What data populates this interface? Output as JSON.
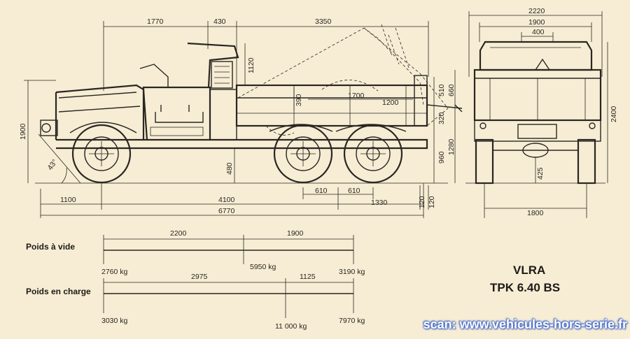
{
  "dimensions": {
    "top": [
      "1770",
      "430",
      "3350"
    ],
    "cab_height": "1120",
    "bed": [
      "390",
      "1700",
      "1200"
    ],
    "rear_right": [
      "510",
      "660",
      "320",
      "1280",
      "960"
    ],
    "overall_height": "1900",
    "ground_clearance": "480",
    "approach_angle": "43°",
    "axle_spacing": [
      "610",
      "610"
    ],
    "bottom_row1": [
      "1100",
      "4100",
      "1330"
    ],
    "overall_length": "6770",
    "small_right": [
      "120",
      "120"
    ],
    "rear_view": {
      "widths": [
        "2220",
        "1900",
        "400"
      ],
      "height": "2400",
      "clearance": "425",
      "track": "1800"
    }
  },
  "weights": {
    "empty": {
      "label": "Poids à vide",
      "spans": [
        "2200",
        "1900"
      ],
      "front": "2760 kg",
      "total": "5950 kg",
      "rear": "3190 kg"
    },
    "loaded": {
      "label": "Poids en charge",
      "spans": [
        "2975",
        "1125"
      ],
      "front": "3030 kg",
      "total": "11 000 kg",
      "rear": "7970 kg"
    }
  },
  "title": {
    "line1": "VLRA",
    "line2": "TPK 6.40 BS"
  },
  "watermark": "scan: www.vehicules-hors-serie.fr"
}
